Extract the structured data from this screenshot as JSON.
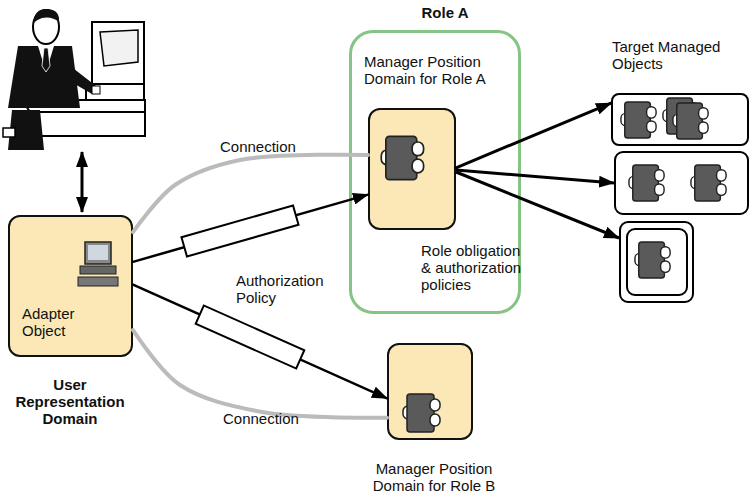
{
  "diagram": {
    "nodes": [
      {
        "text": [
          "Role A",
          "Role obligation & authorization policies"
        ]
      },
      {
        "text": [
          "Manager Position Domain for Role A"
        ],
        "in": 0
      },
      {
        "text": [
          "Target Managed Objects"
        ]
      },
      {
        "text": [
          "Adapter Object",
          "User Representation Domain"
        ]
      },
      {
        "text": [
          "Manager Position Domain for Role B"
        ]
      }
    ],
    "edges": [
      {
        "from": 3,
        "to": 1,
        "arrow": "to",
        "label": "Authorization Policy"
      },
      {
        "from": 3,
        "to": 4,
        "arrow": "to"
      },
      {
        "from": 3,
        "to": 1,
        "arrow": "none",
        "label": "Connection"
      },
      {
        "from": 3,
        "to": 4,
        "arrow": "none",
        "label": "Connection"
      },
      {
        "from": 1,
        "to": 2,
        "arrow": "to"
      }
    ]
  }
}
